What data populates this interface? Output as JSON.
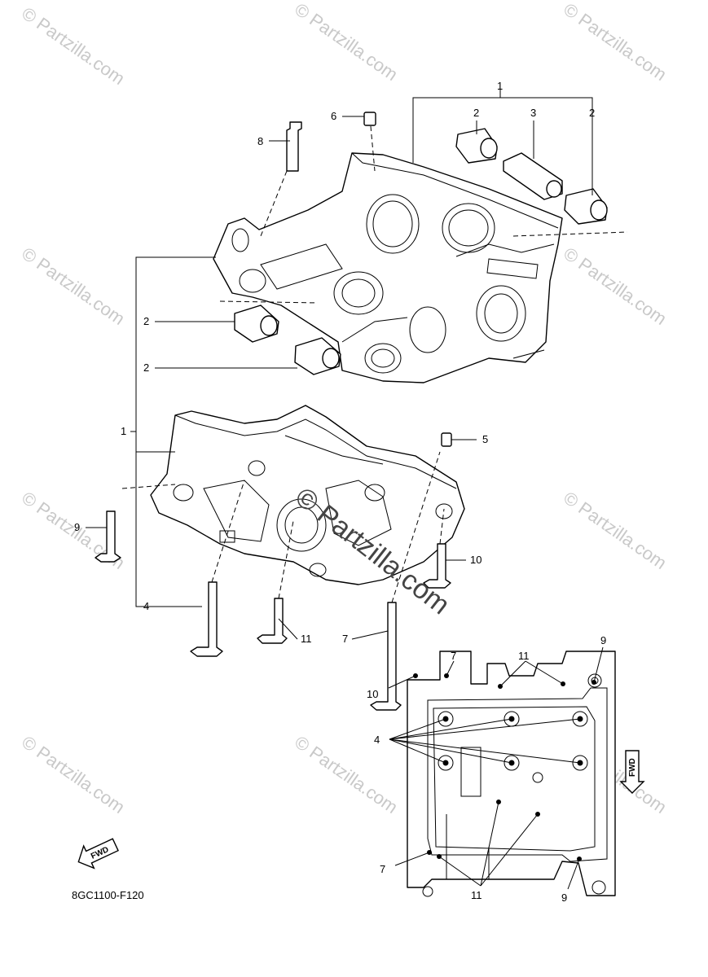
{
  "watermark": {
    "text": "© Partzilla.com",
    "center_text": "© Partzilla.com"
  },
  "drawing_code": "8GC1100-F120",
  "fwd_badges": {
    "bottom_left": "FWD",
    "right": "FWD"
  },
  "callouts": [
    {
      "id": "c1-top",
      "text": "1"
    },
    {
      "id": "c2-a",
      "text": "2"
    },
    {
      "id": "c3",
      "text": "3"
    },
    {
      "id": "c2-b",
      "text": "2"
    },
    {
      "id": "c6",
      "text": "6"
    },
    {
      "id": "c8",
      "text": "8"
    },
    {
      "id": "c2-c",
      "text": "2"
    },
    {
      "id": "c2-d",
      "text": "2"
    },
    {
      "id": "c1-left",
      "text": "1"
    },
    {
      "id": "c5",
      "text": "5"
    },
    {
      "id": "c9-left",
      "text": "9"
    },
    {
      "id": "c10-right",
      "text": "10"
    },
    {
      "id": "c4-left",
      "text": "4"
    },
    {
      "id": "c11-mid",
      "text": "11"
    },
    {
      "id": "c7-mid",
      "text": "7"
    },
    {
      "id": "c7-top",
      "text": "7"
    },
    {
      "id": "c11-top",
      "text": "11"
    },
    {
      "id": "c9-top",
      "text": "9"
    },
    {
      "id": "c10-inset",
      "text": "10"
    },
    {
      "id": "c4-inset",
      "text": "4"
    },
    {
      "id": "c7-inset",
      "text": "7"
    },
    {
      "id": "c11-bottom",
      "text": "11"
    },
    {
      "id": "c9-bottom",
      "text": "9"
    }
  ]
}
